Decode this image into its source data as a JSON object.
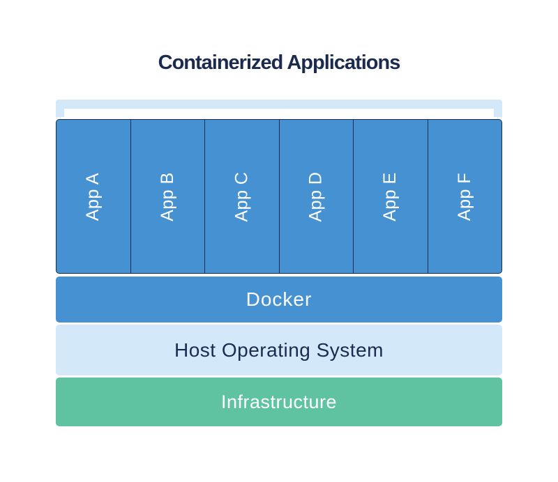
{
  "diagram": {
    "title": "Containerized Applications",
    "apps": [
      "App A",
      "App B",
      "App C",
      "App D",
      "App E",
      "App F"
    ],
    "layers": [
      {
        "id": "docker",
        "label": "Docker"
      },
      {
        "id": "host_os",
        "label": "Host Operating System"
      },
      {
        "id": "infrastructure",
        "label": "Infrastructure"
      }
    ]
  },
  "colors": {
    "app-blue": "#4591d1",
    "light-blue": "#d3e8f9",
    "navy": "#1b2b4e",
    "green": "#5fc3a1",
    "text-white": "#ffffff",
    "background": "#ffffff"
  }
}
